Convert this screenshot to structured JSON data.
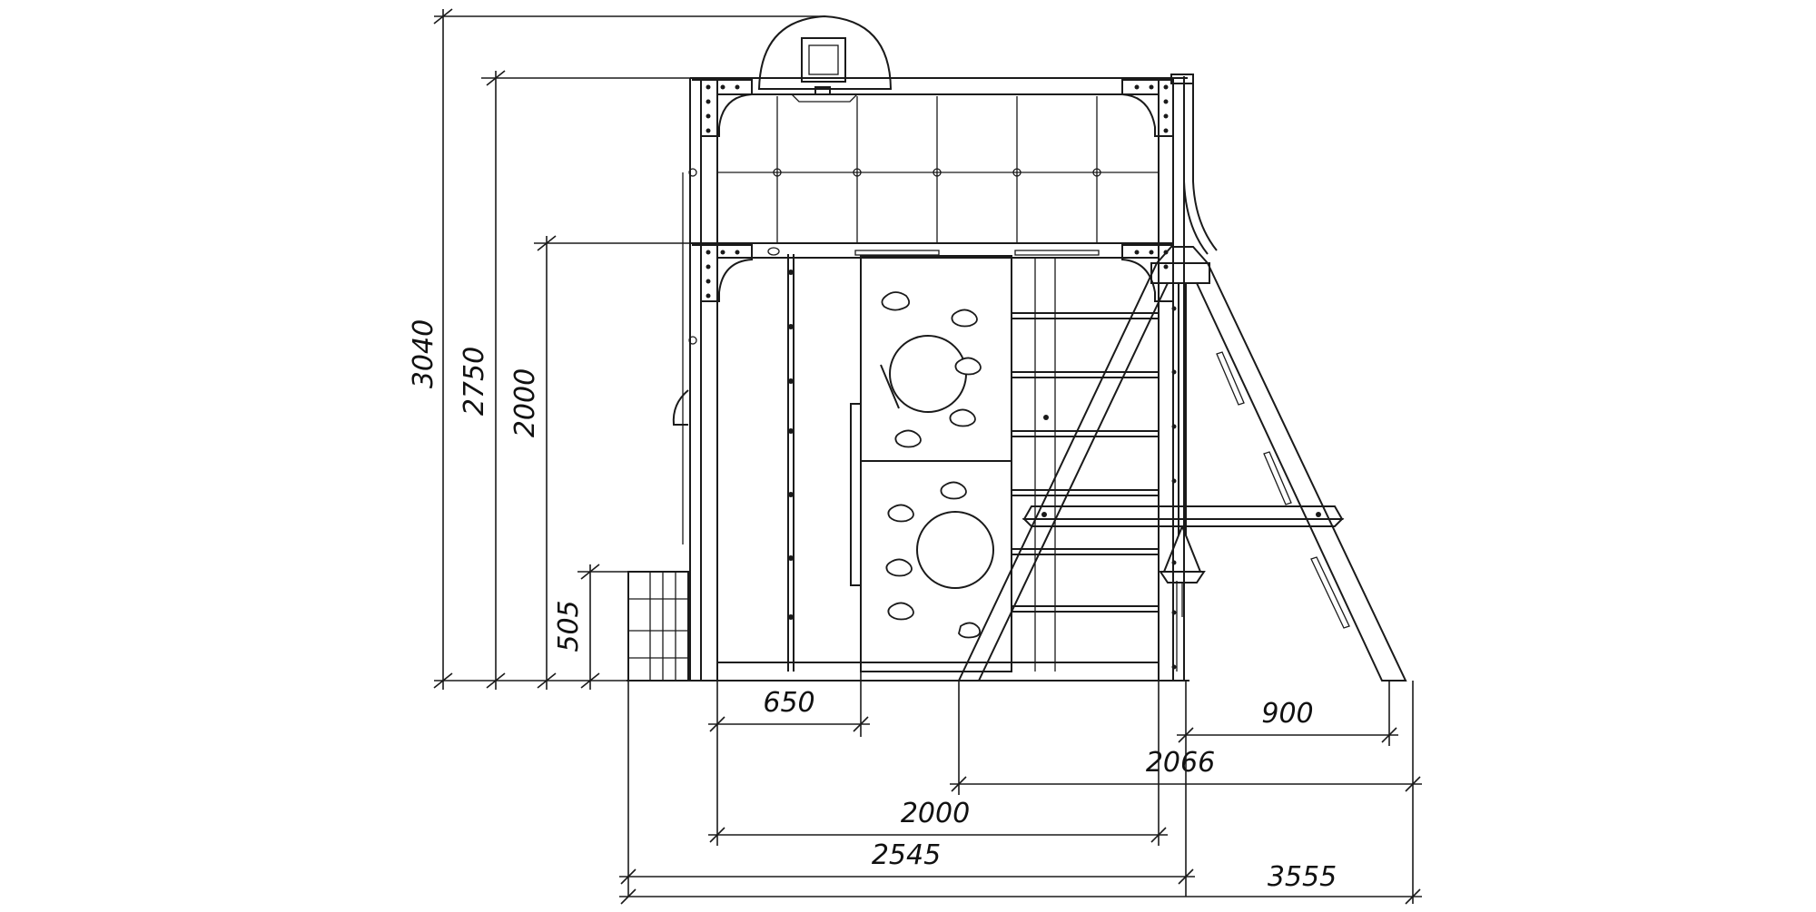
{
  "dimensions": {
    "total_height": "3040",
    "hoop_beam_height": "2750",
    "platform_height": "2000",
    "step_height": "505",
    "ladder_width": "650",
    "swing_leg_offset": "900",
    "swing_span": "2066",
    "platform_width": "2000",
    "complex_width": "2545",
    "overall_length": "3555"
  },
  "icons": {
    "basketball_hoop": "basketball-hoop-icon",
    "swing_seat": "swing-seat-icon",
    "climbing_hold": "climbing-hold-icon"
  }
}
